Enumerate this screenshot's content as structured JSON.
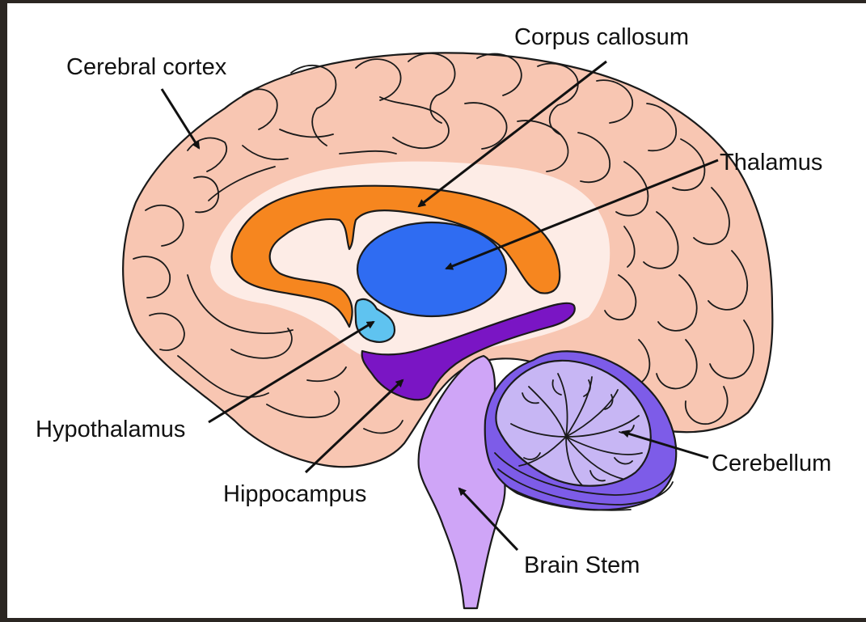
{
  "labels": {
    "cerebral_cortex": "Cerebral cortex",
    "corpus_callosum": "Corpus callosum",
    "thalamus": "Thalamus",
    "hypothalamus": "Hypothalamus",
    "hippocampus": "Hippocampus",
    "cerebellum": "Cerebellum",
    "brain_stem": "Brain Stem"
  },
  "colors": {
    "cortex": "#f8c6b2",
    "white_matter": "#fdecE6",
    "corpus_callosum": "#f6861f",
    "thalamus": "#2f6cf2",
    "hypothalamus": "#5fc3f0",
    "hippocampus": "#7a15c4",
    "cerebellum_outer": "#7d5ce8",
    "cerebellum_inner": "#c7b6f4",
    "brain_stem": "#cfa5f7",
    "frame": "#2b2622"
  }
}
